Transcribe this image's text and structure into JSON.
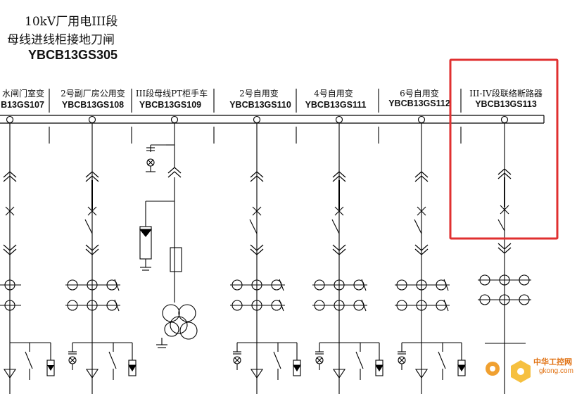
{
  "header": {
    "line1": "10kV厂用电III段",
    "line2": "母线进线柜接地刀闸",
    "code": "YBCB13GS305"
  },
  "feeders": [
    {
      "name": "水闸门室变",
      "code": "B13GS107"
    },
    {
      "name": "2号副厂房公用变",
      "code": "YBCB13GS108"
    },
    {
      "name": "III段母线PT柜手车",
      "code": "YBCB13GS109"
    },
    {
      "name": "2号自用变",
      "code": "YBCB13GS110"
    },
    {
      "name": "4号自用变",
      "code": "YBCB13GS111"
    },
    {
      "name": "6号自用变",
      "code": "YBCB13GS112"
    },
    {
      "name": "III-IV段联络断路器",
      "code": "YBCB13GS113"
    }
  ],
  "highlight": {
    "color": "#e03030"
  },
  "watermark": {
    "brand": "中华工控网",
    "url": "gkong.com"
  },
  "colors": {
    "line": "#000000",
    "watermark": "#e07010"
  }
}
